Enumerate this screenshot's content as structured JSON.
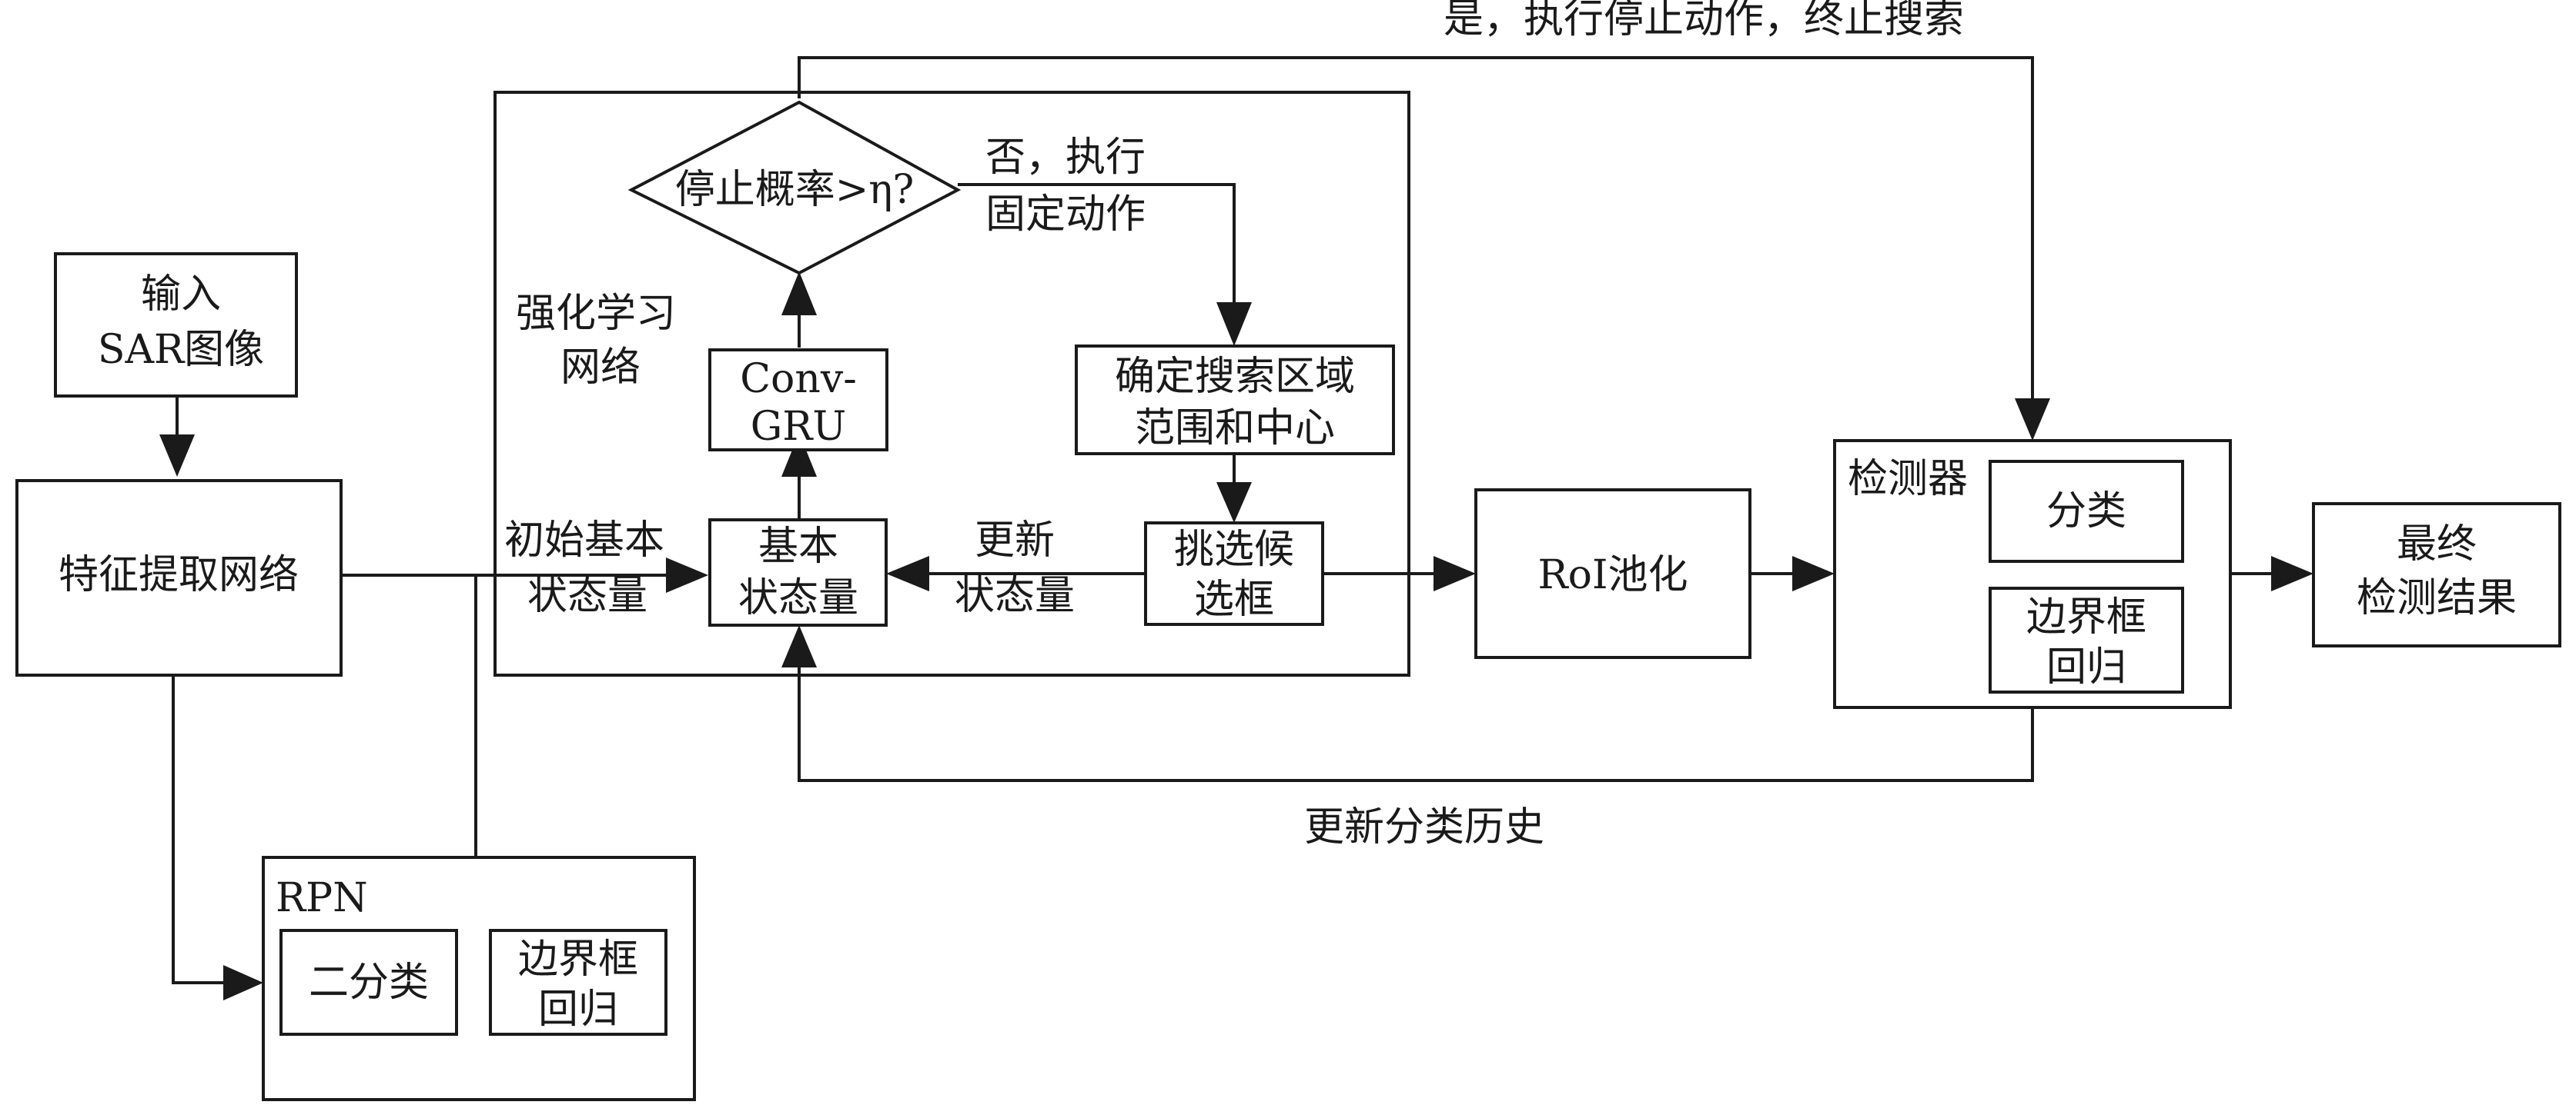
{
  "nodes": {
    "input": [
      "输入",
      "SAR图像"
    ],
    "feature": "特征提取网络",
    "rl_network": [
      "强化学习",
      "网络"
    ],
    "decision": "停止概率>η?",
    "convgru": [
      "Conv-",
      "GRU"
    ],
    "search_region": [
      "确定搜索区域",
      "范围和中心"
    ],
    "basic_state": [
      "基本",
      "状态量"
    ],
    "select_candidates": [
      "挑选候",
      "选框"
    ],
    "roi_pooling": "RoI池化",
    "detector": "检测器",
    "classify": "分类",
    "bbox_regress_det": [
      "边界框",
      "回归"
    ],
    "final": [
      "最终",
      "检测结果"
    ],
    "rpn": "RPN",
    "binary_classify": "二分类",
    "bbox_regress_rpn": [
      "边界框",
      "回归"
    ]
  },
  "edge_labels": {
    "yes_stop": "是，执行停止动作，终止搜索",
    "no_fixed": [
      "否，执行",
      "固定动作"
    ],
    "initial_state": [
      "初始基本",
      "状态量"
    ],
    "update_state": [
      "更新",
      "状态量"
    ],
    "update_history": "更新分类历史"
  }
}
